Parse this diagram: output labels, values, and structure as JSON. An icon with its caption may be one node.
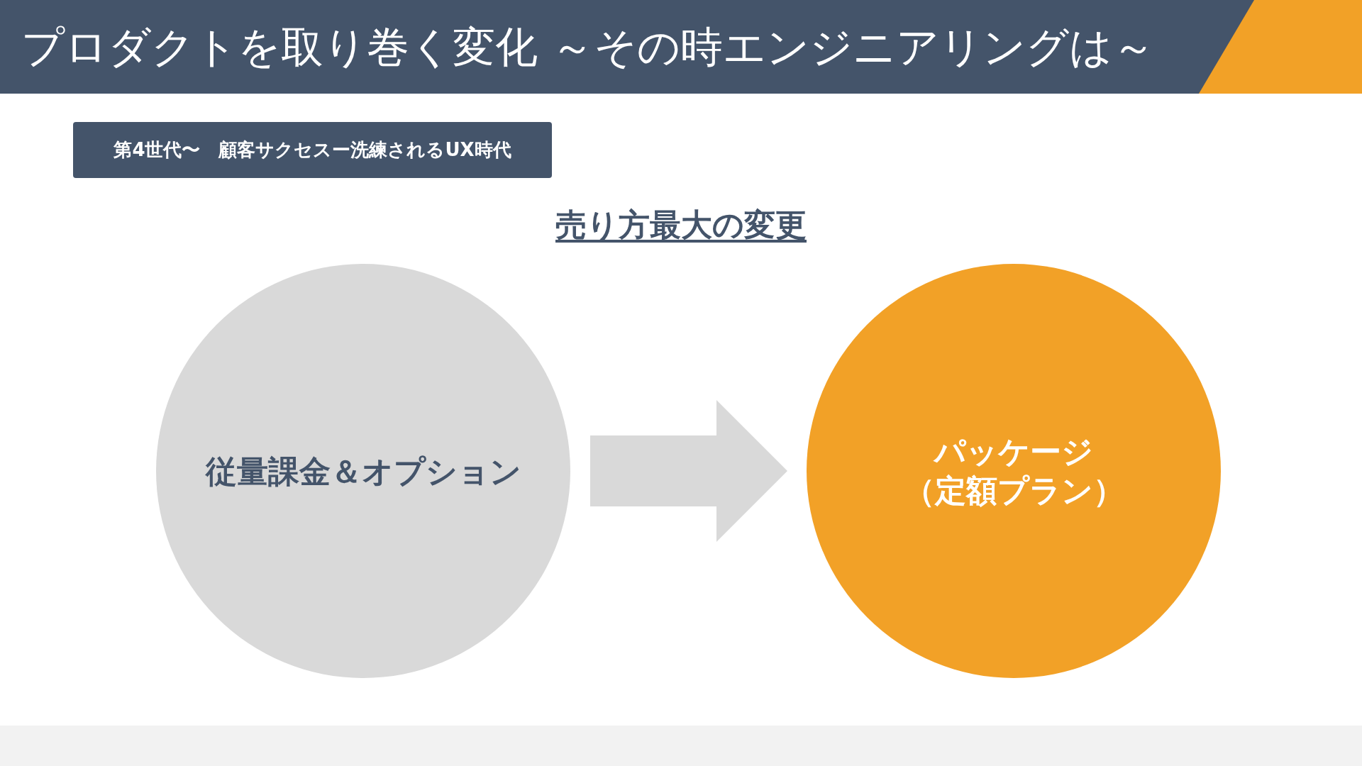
{
  "diagram": {
    "title": "プロダクトを取り巻く変化 ～その時エンジニアリングは～",
    "nodes": [
      {
        "text": [
          "第4世代〜　顧客サクセスー洗練されるUX時代"
        ]
      },
      {
        "text": [
          "従量課金＆オプション"
        ]
      },
      {
        "text": [
          "パッケージ（定額プラン）"
        ]
      }
    ],
    "edges": [
      {
        "from": 1,
        "to": 2,
        "arrow": "to"
      }
    ],
    "labels": [
      "売り方最大の変更"
    ]
  }
}
